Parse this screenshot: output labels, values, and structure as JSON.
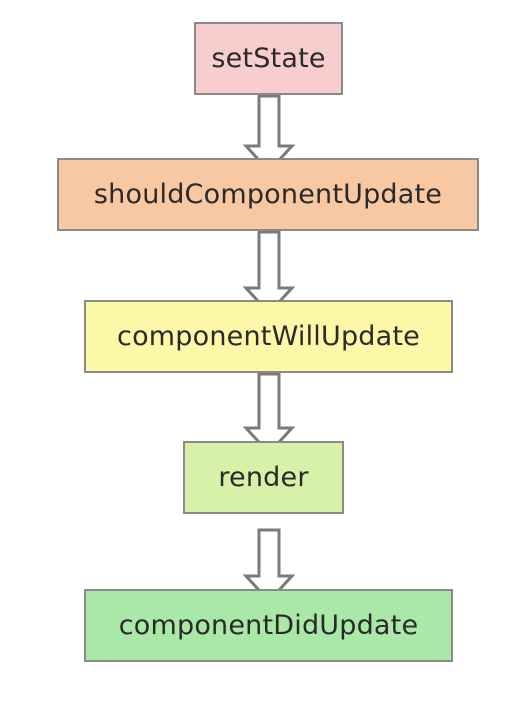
{
  "nodes": [
    {
      "id": "setstate",
      "label": "setState",
      "fill": "#f8cdcd"
    },
    {
      "id": "scu",
      "label": "shouldComponentUpdate",
      "fill": "#f8c8a2"
    },
    {
      "id": "cwu",
      "label": "componentWillUpdate",
      "fill": "#fdf7a8"
    },
    {
      "id": "render",
      "label": "render",
      "fill": "#d7f2a8"
    },
    {
      "id": "cdu",
      "label": "componentDidUpdate",
      "fill": "#a9e8a7"
    }
  ],
  "edges": [
    {
      "from": "setState",
      "to": "shouldComponentUpdate"
    },
    {
      "from": "shouldComponentUpdate",
      "to": "componentWillUpdate"
    },
    {
      "from": "componentWillUpdate",
      "to": "render"
    },
    {
      "from": "render",
      "to": "componentDidUpdate"
    }
  ],
  "colors": {
    "border": "#8a8a8a",
    "arrow_stroke": "#7a7a7a",
    "arrow_fill": "#ffffff"
  }
}
